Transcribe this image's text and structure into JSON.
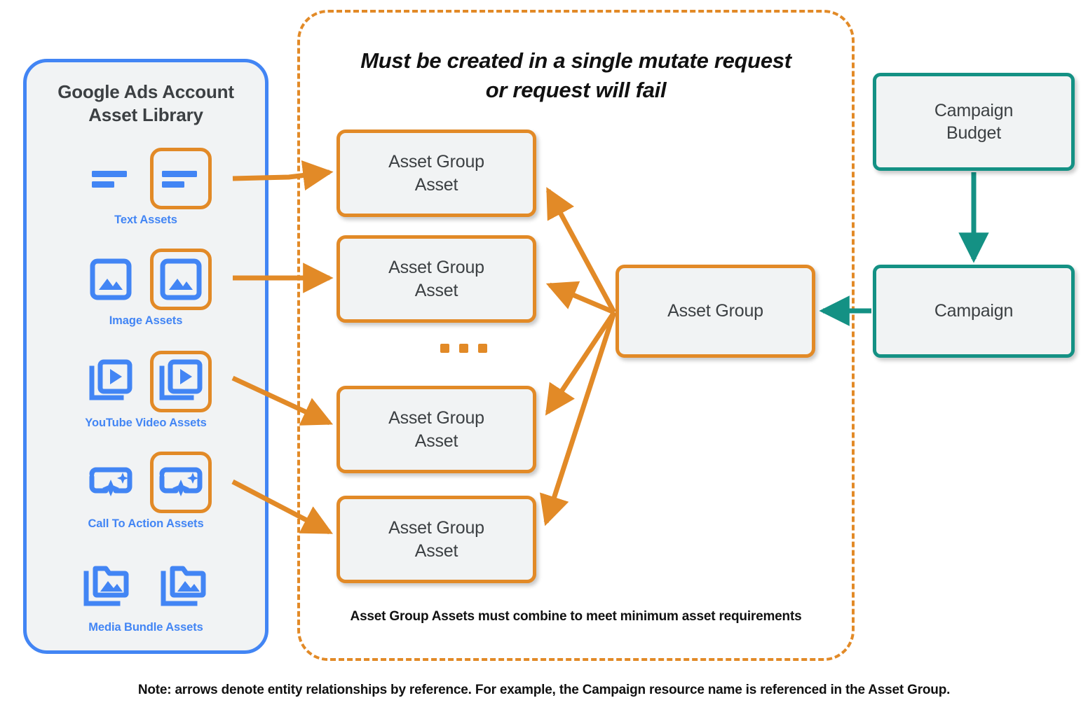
{
  "colors": {
    "orange": "#e28a27",
    "blue": "#4285f4",
    "teal": "#149184",
    "box_fill": "#f1f3f4",
    "text_dark": "#3c4043"
  },
  "library": {
    "title_line1": "Google Ads Account",
    "title_line2": "Asset Library",
    "items": [
      {
        "caption": "Text Assets",
        "icon": "text-asset-icon",
        "highlighted": true
      },
      {
        "caption": "Image Assets",
        "icon": "image-asset-icon",
        "highlighted": true
      },
      {
        "caption": "YouTube Video  Assets",
        "icon": "video-asset-icon",
        "highlighted": true
      },
      {
        "caption": "Call To Action Assets",
        "icon": "call-to-action-icon",
        "highlighted": true
      },
      {
        "caption": "Media Bundle  Assets",
        "icon": "media-bundle-icon",
        "highlighted": false
      }
    ]
  },
  "mutate_zone": {
    "title_line1": "Must be created in a single mutate request",
    "title_line2": "or request will fail",
    "footnote": "Asset Group Assets must combine to meet minimum asset requirements",
    "asset_group_assets": [
      {
        "label": "Asset Group\nAsset"
      },
      {
        "label": "Asset Group\nAsset"
      },
      {
        "label": "Asset Group\nAsset"
      },
      {
        "label": "Asset Group\nAsset"
      }
    ],
    "ellipsis": "..."
  },
  "nodes": {
    "asset_group": "Asset Group",
    "campaign_budget_line1": "Campaign",
    "campaign_budget_line2": "Budget",
    "campaign": "Campaign"
  },
  "bottom_note": "Note: arrows denote entity relationships by reference. For example, the Campaign resource name is referenced in the Asset Group."
}
